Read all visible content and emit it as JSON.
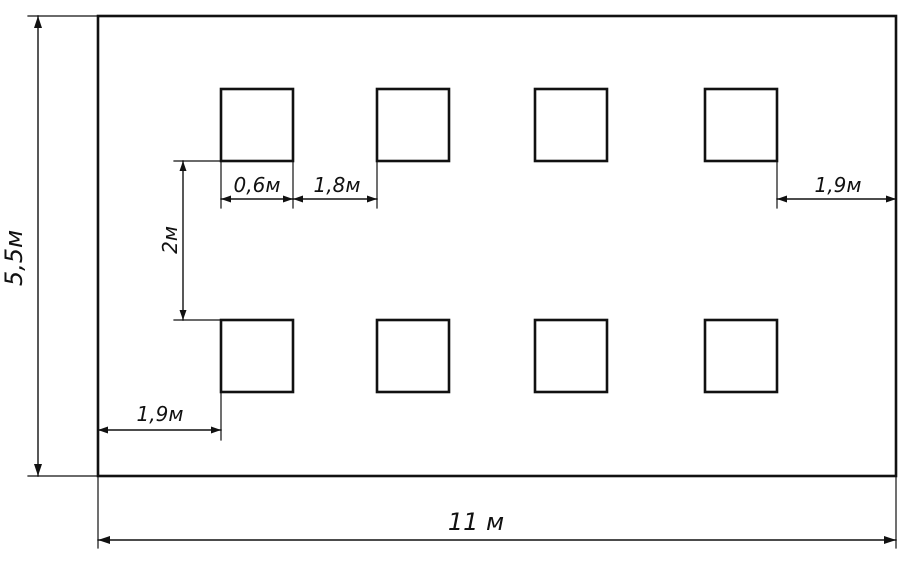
{
  "labels": {
    "total_length": "11 м",
    "total_width": "5,5м",
    "pillar_size": "0,6м",
    "pillar_gap": "1,8м",
    "right_margin": "1,9м",
    "left_margin": "1,9м",
    "row_spacing": "2м"
  },
  "colors": {
    "ink": "#111111",
    "paper": "#ffffff"
  }
}
